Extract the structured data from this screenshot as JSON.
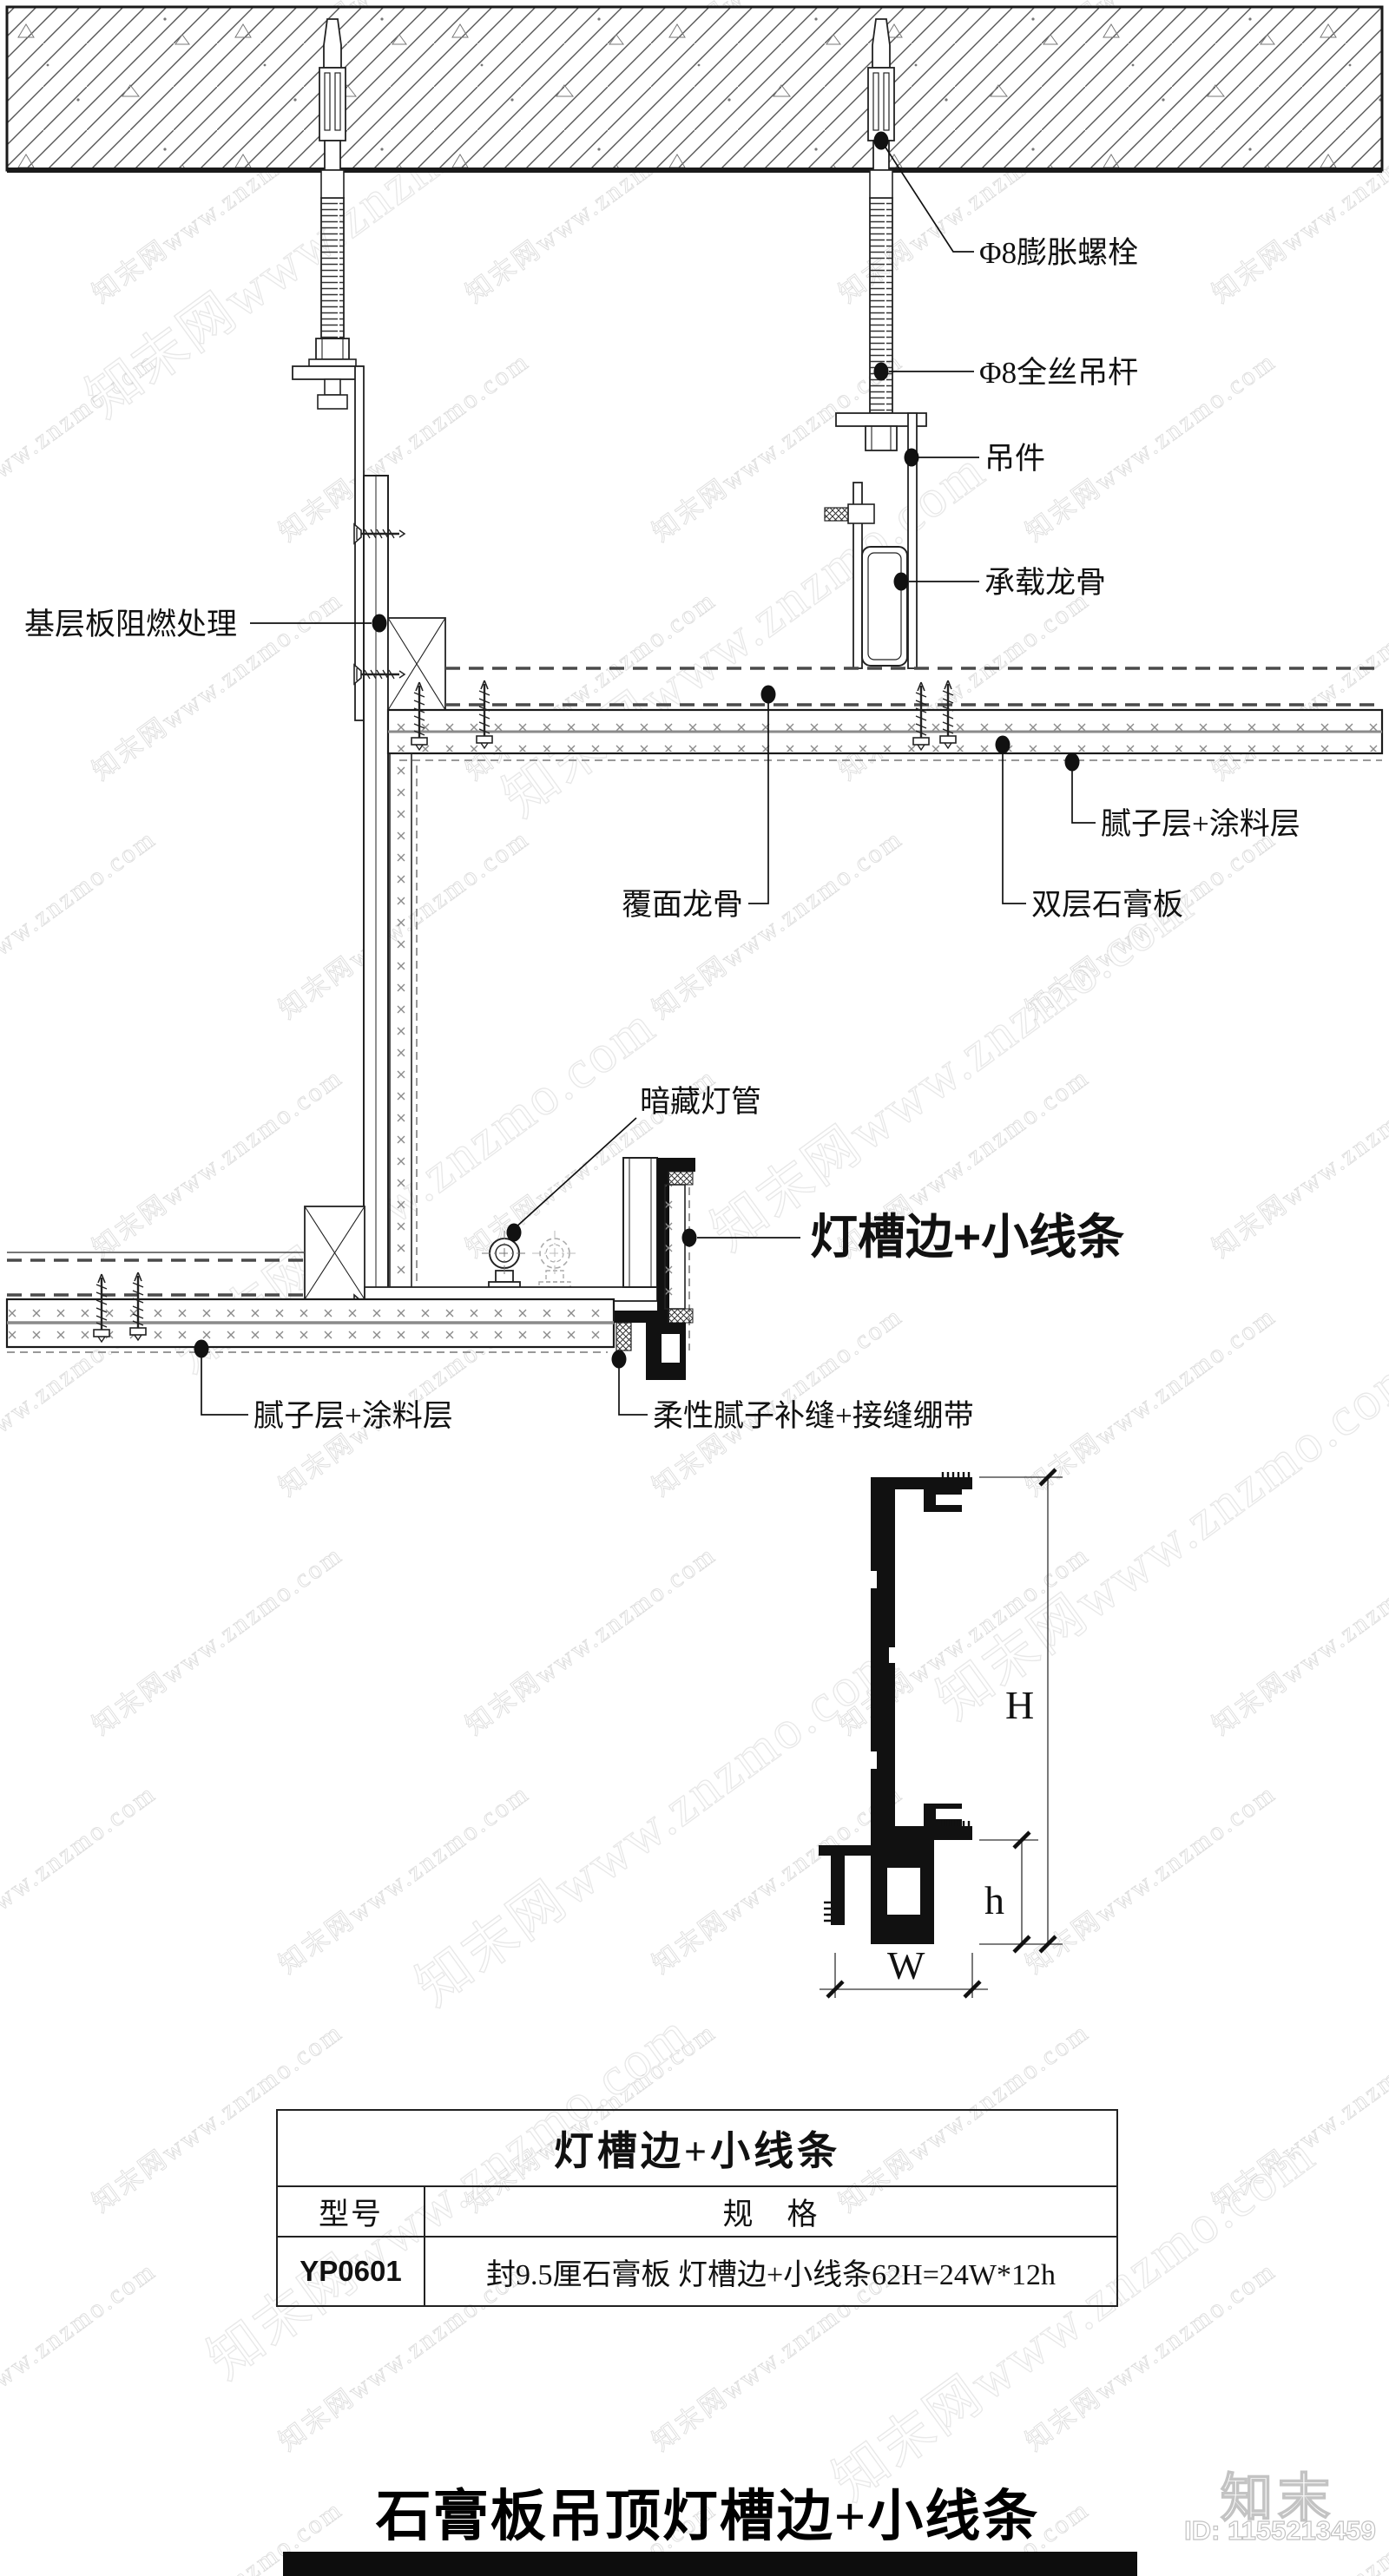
{
  "watermark": {
    "text": "知末网www.znzmo.com"
  },
  "brand": {
    "logo": "知末",
    "id_label": "ID: 1155213459"
  },
  "drawing": {
    "labels": {
      "anchor_bolt": "Φ8膨胀螺栓",
      "hanger_rod": "Φ8全丝吊杆",
      "hanger": "吊件",
      "carrier_keel": "承载龙骨",
      "base_board": "基层板阻燃处理",
      "putty_paint_top": "腻子层+涂料层",
      "furring_keel": "覆面龙骨",
      "double_gypsum": "双层石膏板",
      "hidden_lamp": "暗藏灯管",
      "trough_edge": "灯槽边+小线条",
      "putty_paint_bottom": "腻子层+涂料层",
      "flex_putty": "柔性腻子补缝+接缝绷带"
    },
    "dims": {
      "H": "H",
      "h": "h",
      "W": "W"
    }
  },
  "spec_table": {
    "title": "灯槽边+小线条",
    "col_model": "型号",
    "col_spec": "规　格",
    "rows": [
      {
        "model": "YP0601",
        "spec": "封9.5厘石膏板 灯槽边+小线条62H=24W*12h"
      }
    ]
  },
  "footer": {
    "title": "石膏板吊顶灯槽边+小线条"
  }
}
